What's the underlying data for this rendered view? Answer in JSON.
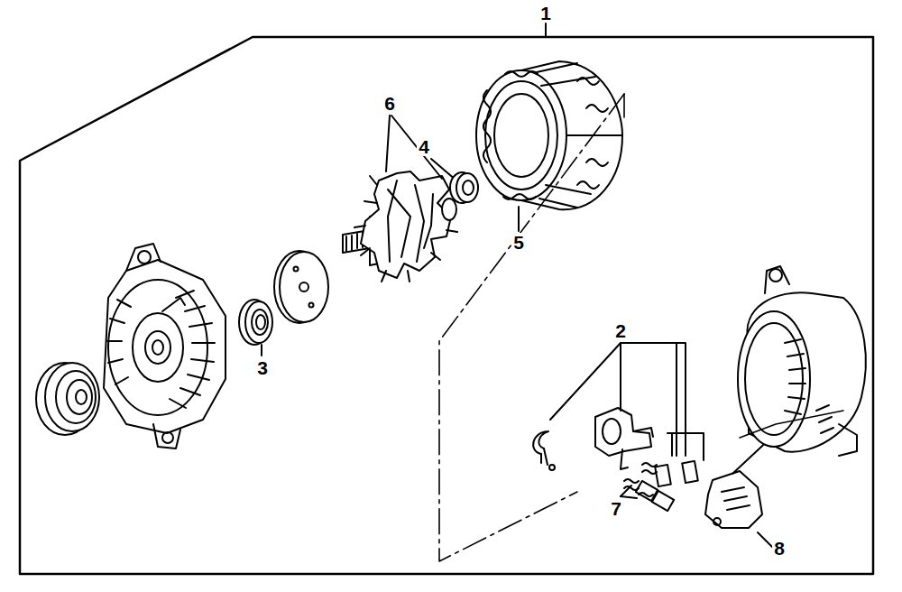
{
  "diagram": {
    "labels": [
      "1",
      "6",
      "4",
      "5",
      "3",
      "2",
      "7",
      "8"
    ]
  }
}
